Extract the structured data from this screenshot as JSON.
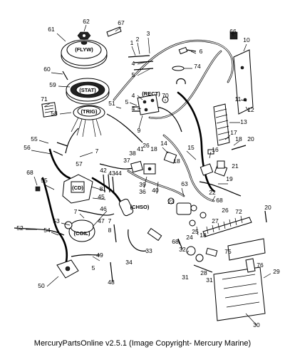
{
  "footer": {
    "caption": "MercuryPartsOnline v2.5.1 (Image Copyright- Mercury Marine)"
  },
  "part_labels": {
    "flywheel": "(FLYW)",
    "stator": "(STAT)",
    "trigger": "(TRIG)",
    "rectifier": "(RECT)",
    "cd_module": "(CD)",
    "choke_solenoid": "(CHSO)",
    "coil": "(COIL)"
  },
  "callouts": [
    "1",
    "2",
    "3",
    "4",
    "5",
    "6",
    "7",
    "8",
    "9",
    "10",
    "11",
    "12",
    "13",
    "14",
    "15",
    "16",
    "17",
    "18",
    "19",
    "20",
    "21",
    "22",
    "23",
    "24",
    "25",
    "26",
    "27",
    "28",
    "29",
    "30",
    "31",
    "32",
    "33",
    "34",
    "36",
    "37",
    "38",
    "39",
    "40",
    "41",
    "42",
    "43",
    "44",
    "45",
    "46",
    "47",
    "48",
    "49",
    "50",
    "51",
    "52",
    "53",
    "54",
    "55",
    "56",
    "57",
    "58",
    "59",
    "60",
    "61",
    "62",
    "63",
    "66",
    "67",
    "68",
    "70",
    "71",
    "72",
    "74",
    "75",
    "76"
  ]
}
